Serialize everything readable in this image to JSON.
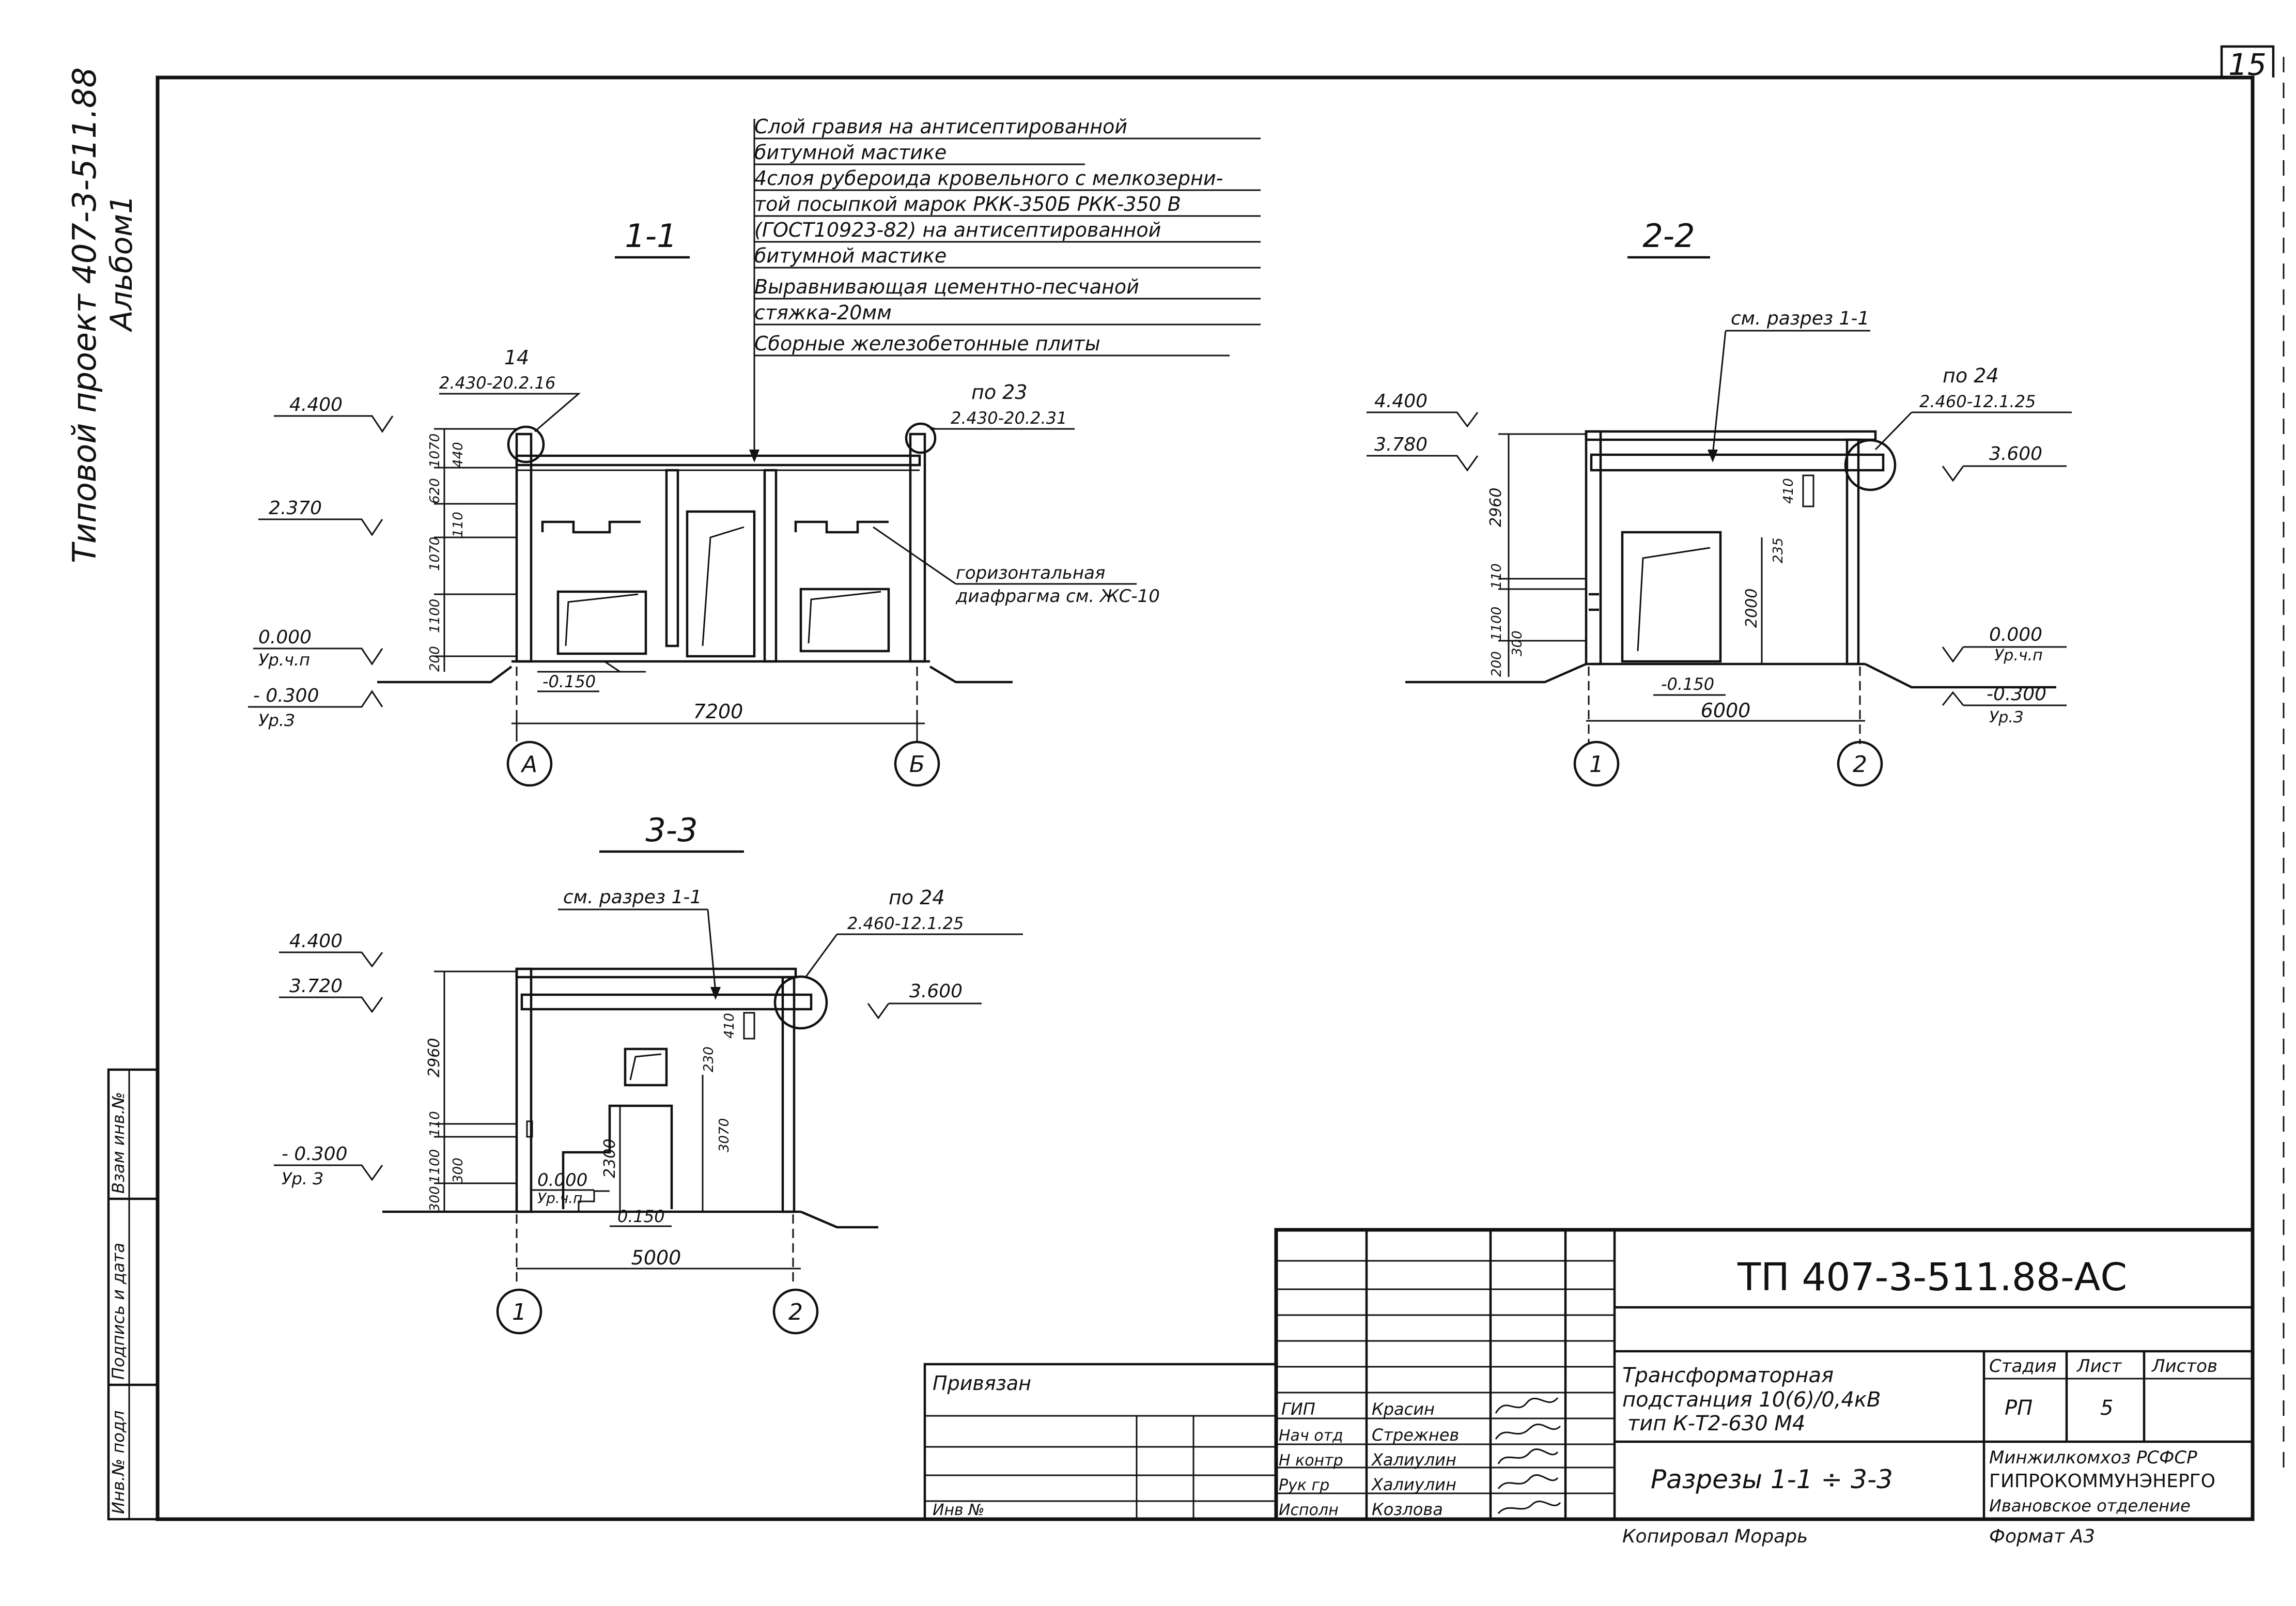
{
  "page_number": "15",
  "side_title_1": "Типовой проект 407-3-511.88",
  "side_title_2": "Альбом1",
  "side_table": [
    "Взам инв.№",
    "Подпись и дата",
    "Инв.№ подл"
  ],
  "section_1_1": {
    "title": "1-1",
    "layers": [
      "Слой гравия на антисептированной",
      "битумной мастике",
      "4слоя рубероида кровельного с мелкозерни-",
      "той посыпкой марок РКК-350Б РКК-350 В",
      "(ГОСТ10923-82) на антисептированной",
      "битумной мастике",
      "Выравнивающая цементно-песчаной",
      "стяжка-20мм",
      "Сборные железобетонные плиты"
    ],
    "node_left_num": "14",
    "node_left_ref": "2.430-20.2.16",
    "node_right_num": "по 23",
    "node_right_ref": "2.430-20.2.31",
    "diaphragm_1": "горизонтальная",
    "diaphragm_2": "диафрагма см. ЖС-10",
    "lvl_4400": "4.400",
    "lvl_2370": "2.370",
    "lvl_0000": "0.000",
    "lvl_upch": "Ур.ч.п",
    "lvl_m0300": "- 0.300",
    "lvl_upz": "Ур.З",
    "lvl_m0150": "-0.150",
    "vdims": [
      "1070",
      "440",
      "620",
      "110",
      "1070",
      "1100",
      "200"
    ],
    "span": "7200",
    "axis_left": "А",
    "axis_right": "Б"
  },
  "section_2_2": {
    "title": "2-2",
    "see": "см. разрез 1-1",
    "node_num": "по 24",
    "node_ref": "2.460-12.1.25",
    "lvl_4400": "4.400",
    "lvl_3780": "3.780",
    "lvl_3600": "3.600",
    "lvl_0000": "0.000",
    "lvl_upch": "Ур.ч.п",
    "lvl_m0300": "-0.300",
    "lvl_upz": "Ур.З",
    "lvl_m0150": "-0.150",
    "vdims": [
      "2960",
      "110",
      "1100",
      "300",
      "200",
      "410",
      "2000",
      "235"
    ],
    "span": "6000",
    "axis_left": "1",
    "axis_right": "2"
  },
  "section_3_3": {
    "title": "3-3",
    "see": "см. разрез 1-1",
    "node_num": "по 24",
    "node_ref": "2.460-12.1.25",
    "lvl_4400": "4.400",
    "lvl_3720": "3.720",
    "lvl_3600": "3.600",
    "lvl_m0300": "- 0.300",
    "lvl_upz": "Ур. З",
    "lvl_0000": "0.000",
    "lvl_upch": "Ур.ч.п",
    "lvl_0150": "0.150",
    "vdims": [
      "2960",
      "110",
      "1100",
      "300",
      "300",
      "2300",
      "230",
      "410",
      "3070"
    ],
    "span": "5000",
    "axis_left": "1",
    "axis_right": "2"
  },
  "title_block": {
    "code": "ТП 407-3-511.88-АС",
    "privyazan": "Привязан",
    "inv": "Инв №",
    "roles": [
      "ГИП",
      "Нач отд",
      "Н контр",
      "Рук гр",
      "Исполн"
    ],
    "names": [
      "Красин",
      "Стрежнев",
      "Халиулин",
      "Халиулин",
      "Козлова"
    ],
    "object_1": "Трансформаторная",
    "object_2": "подстанция 10(6)/0,4кВ",
    "object_3": "тип К-Т2-630 М4",
    "sheet_title": "Разрезы 1-1 ÷ 3-3",
    "h_stage": "Стадия",
    "h_sheet": "Лист",
    "h_sheets": "Листов",
    "stage": "РП",
    "sheet": "5",
    "org_1": "Минжилкомхоз РСФСР",
    "org_2": "ГИПРОКОММУНЭНЕРГО",
    "org_3": "Ивановское отделение",
    "copied": "Копировал Морарь",
    "format": "Формат А3"
  }
}
